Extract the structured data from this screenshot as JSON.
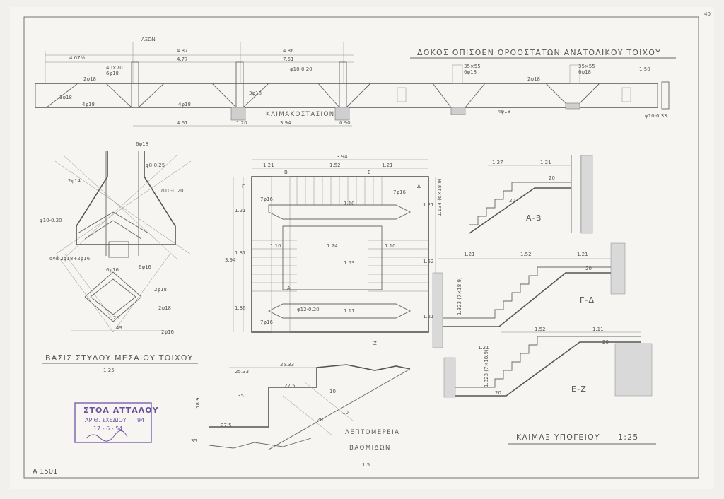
{
  "titles": {
    "beam": "ΔΟΚΟΣ ΟΠΙΣΘΕΝ ΟΡΘΟΣΤΑΤΩΝ ΑΝΑΤΟΛΙΚΟΥ ΤΟΙΧΟΥ",
    "beam_scale": "1:50",
    "base": "ΒΑΣΙΣ ΣΤΥΛΟΥ ΜΕΣΑΙΟΥ ΤΟΙΧΟΥ",
    "base_scale": "1:25",
    "detail_1": "ΛΕΠΤΟΜΕΡΕΙΑ",
    "detail_2": "ΒΑΘΜΙΔΩΝ",
    "detail_scale": "1:5",
    "stair": "ΚΛΙΜΑΞ ΥΠΟΓΕΙΟΥ",
    "stair_scale": "1:25",
    "stairwell": "ΚΛΙΜΑΚΟΣΤΑΣΙΟΝ"
  },
  "sections": {
    "ab": "Α-Β",
    "gd": "Γ-Δ",
    "ez": "Ε-Ζ"
  },
  "markers": {
    "a": "Α",
    "b": "Β",
    "g": "Γ",
    "d": "Δ",
    "e": "Ε",
    "z": "Ζ"
  },
  "stamp": {
    "title": "ΣΤΟΑ ΑΤΤΑΛΟΥ",
    "sub_label": "ΑΡΙΘ. ΣΧΕΔΙΟΥ",
    "number": "94",
    "date": "17 - 6 - 54"
  },
  "sheet_id": "Α 1501",
  "page_no": "40",
  "beam_dims": {
    "top": [
      "4.07½",
      "4.87",
      "4.77",
      "4.86",
      "7.51"
    ],
    "bottom": [
      "4.61",
      "1.20",
      "3.94",
      "0.90"
    ],
    "rebar": [
      "2φ18",
      "3φ18",
      "4φ18",
      "φ10-0.20",
      "3φ18",
      "4φ18",
      "2φ18",
      "4φ18"
    ],
    "col_1": "40×70",
    "col_1b": "6φ18",
    "col_2": "35×55",
    "col_2b": "6φ18",
    "col_3": "35×55",
    "col_3b": "6φ18",
    "end_note": "φ10-0.33",
    "top_note": "ΑΞΩΝ"
  },
  "plan_dims": {
    "width": "3.94",
    "top": [
      "1.21",
      "1.52",
      "1.21"
    ],
    "left": [
      "1.21",
      "1.37",
      "1.36"
    ],
    "left_total": "3.94",
    "right": [
      "1.21",
      "1.52",
      "1.21"
    ],
    "mid": [
      "1.10",
      "1.74",
      "1.10"
    ],
    "inner": [
      "1.10",
      "1.53",
      "1.11"
    ],
    "bars": [
      "7φ16",
      "7φ16",
      "7φ16",
      "φ12-0.20"
    ]
  },
  "base_notes": [
    "6φ18",
    "φ8-0.25",
    "2φ14",
    "φ10-0.20",
    "φ10-0.20",
    "ανά 2φ18+2φ16",
    "6φ16",
    "6φ16",
    "2φ18",
    "2φ18",
    "2φ16",
    "20",
    "49"
  ],
  "sec_ab": {
    "dims": [
      "1.27",
      "1.21"
    ],
    "steps": "1.134 (6×18.9)",
    "t1": "20",
    "t2": "20"
  },
  "sec_gd": {
    "dims": [
      "1.21",
      "1.52",
      "1.21"
    ],
    "steps": "1.323 (7×18.9)",
    "t1": "20"
  },
  "sec_ez": {
    "dims": [
      "1.52",
      "1.11",
      "1.21"
    ],
    "steps": "1.323 (7×18.9)",
    "t1": "20",
    "t2": "20"
  },
  "tread": {
    "d1": "25.33",
    "d2": "25.33",
    "d3": "27.5",
    "d4": "27.5",
    "h": "18.9",
    "n1": "35",
    "n2": "35",
    "a": "20",
    "b": "10",
    "c": "10"
  }
}
